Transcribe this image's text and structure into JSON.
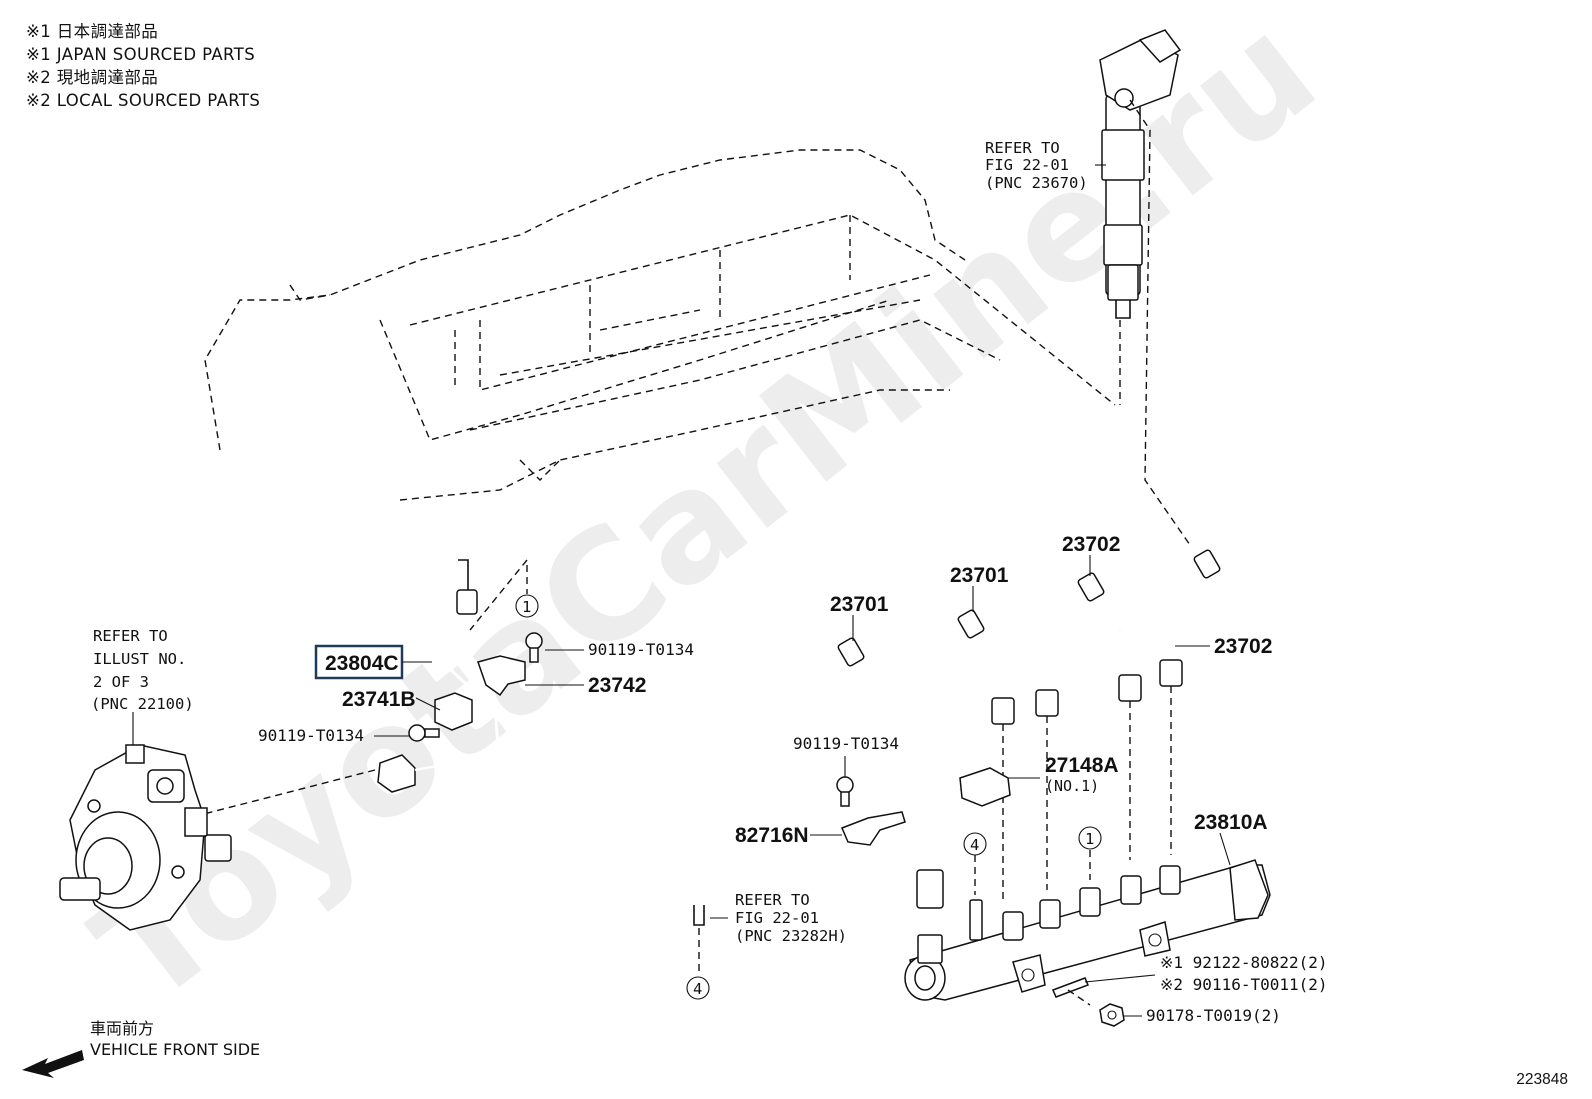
{
  "legend": {
    "line1": "※1 日本調達部品",
    "line2": "※1 JAPAN SOURCED PARTS",
    "line3": "※2 現地調達部品",
    "line4": "※2 LOCAL SOURCED PARTS"
  },
  "watermark": "ToyotaCarMine.ru",
  "references": {
    "injector": [
      "REFER TO",
      "FIG 22-01",
      "(PNC 23670)"
    ],
    "pump": [
      "REFER TO",
      "ILLUST NO.",
      "2 OF 3",
      "(PNC 22100)"
    ],
    "plug": [
      "REFER TO",
      "FIG 22-01",
      "(PNC 23282H)"
    ]
  },
  "parts": {
    "p23804c": "23804C",
    "p23741b": "23741B",
    "p23742": "23742",
    "bolt_a": "90119-T0134",
    "bolt_b": "90119-T0134",
    "bolt_c": "90119-T0134",
    "p23701a": "23701",
    "p23701b": "23701",
    "p23702a": "23702",
    "p23702b": "23702",
    "p27148a": "27148A",
    "p27148a_note": "(NO.1)",
    "p82716n": "82716N",
    "p23810a": "23810A",
    "stud1": "※1 92122-80822(2)",
    "stud2": "※2 90116-T0011(2)",
    "nut": "90178-T0019(2)"
  },
  "callouts": {
    "c1_top": "1",
    "c1_rail": "1",
    "c4_rail": "4",
    "c4_plug": "4"
  },
  "footer": {
    "front_jp": "車両前方",
    "front_en": "VEHICLE FRONT SIDE",
    "figure_number": "223848"
  },
  "colors": {
    "line": "#111111",
    "highlight_box": "#1f3a5a"
  }
}
